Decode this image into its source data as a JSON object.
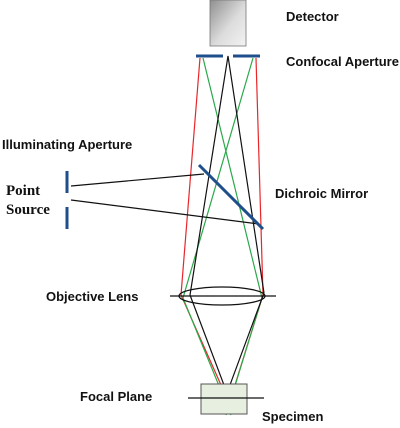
{
  "labels": {
    "detector": "Detector",
    "confocal_aperture": "Confocal Aperture",
    "illuminating_aperture": "Illuminating Aperture",
    "point_source_line1": "Point",
    "point_source_line2": "Source",
    "dichroic_mirror": "Dichroic Mirror",
    "objective_lens": "Objective Lens",
    "focal_plane": "Focal Plane",
    "specimen": "Specimen"
  },
  "colors": {
    "red_ray": "#e8262a",
    "green_ray": "#2aa84a",
    "black_ray": "#111111",
    "aperture": "#1f4e8c",
    "mirror": "#1f4e8c",
    "specimen_fill": "#e7efe1"
  }
}
